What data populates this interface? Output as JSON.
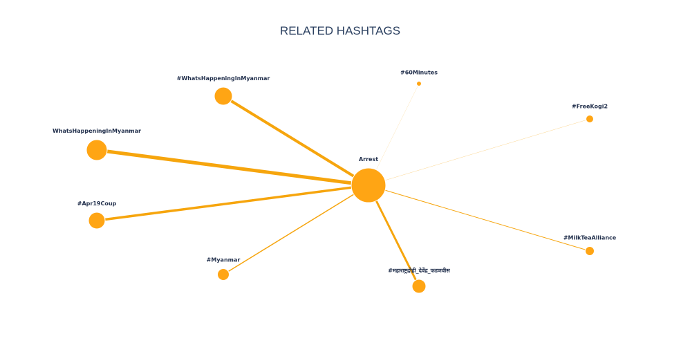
{
  "title": "RELATED HASHTAGS",
  "colors": {
    "node": "#ffa514",
    "node_stroke": "#ffffff",
    "edge": "#f5a000",
    "label": "#1f2d4a",
    "title": "#2a3f5f"
  },
  "center": {
    "id": "arrest",
    "label": "Arrest"
  },
  "nodes": [
    {
      "id": "whatshappeninginmyanmar-hash",
      "label": "#WhatsHappeningInMyanmar",
      "size": 13,
      "weight": 4
    },
    {
      "id": "whatshappeninginmyanmar",
      "label": "WhatsHappeningInMyanmar",
      "size": 15,
      "weight": 5
    },
    {
      "id": "apr19coup",
      "label": "#Apr19Coup",
      "size": 12,
      "weight": 3.5
    },
    {
      "id": "myanmar",
      "label": "#Myanmar",
      "size": 8.5,
      "weight": 1.5
    },
    {
      "id": "maharashtradrohi",
      "label": "#महाराष्ट्रद्रोही_देवेंद्र_फडणवीस",
      "size": 10,
      "weight": 3
    },
    {
      "id": "milkteaalliance",
      "label": "#MilkTeaAlliance",
      "size": 6.5,
      "weight": 1
    },
    {
      "id": "freekogi2",
      "label": "#FreeKogi2",
      "size": 5.5,
      "weight": 0.4
    },
    {
      "id": "60minutes",
      "label": "#60Minutes",
      "size": 3.5,
      "weight": 0.15
    }
  ]
}
